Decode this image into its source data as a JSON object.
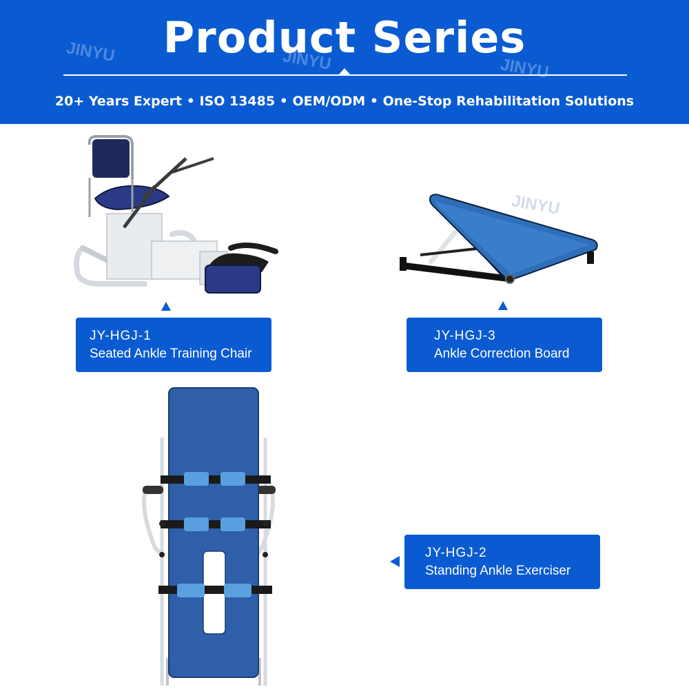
{
  "header": {
    "title": "Product Series",
    "tagline": "20+ Years Expert • ISO 13485 • OEM/ODM • One-Stop Rehabilitation Solutions",
    "watermark": "JINYU",
    "background_color": "#0a5bd1"
  },
  "products": [
    {
      "code": "JY-HGJ-1",
      "name": "Seated Ankle Training Chair"
    },
    {
      "code": "JY-HGJ-3",
      "name": "Ankle Correction Board"
    },
    {
      "code": "JY-HGJ-2",
      "name": "Standing Ankle Exerciser"
    }
  ]
}
